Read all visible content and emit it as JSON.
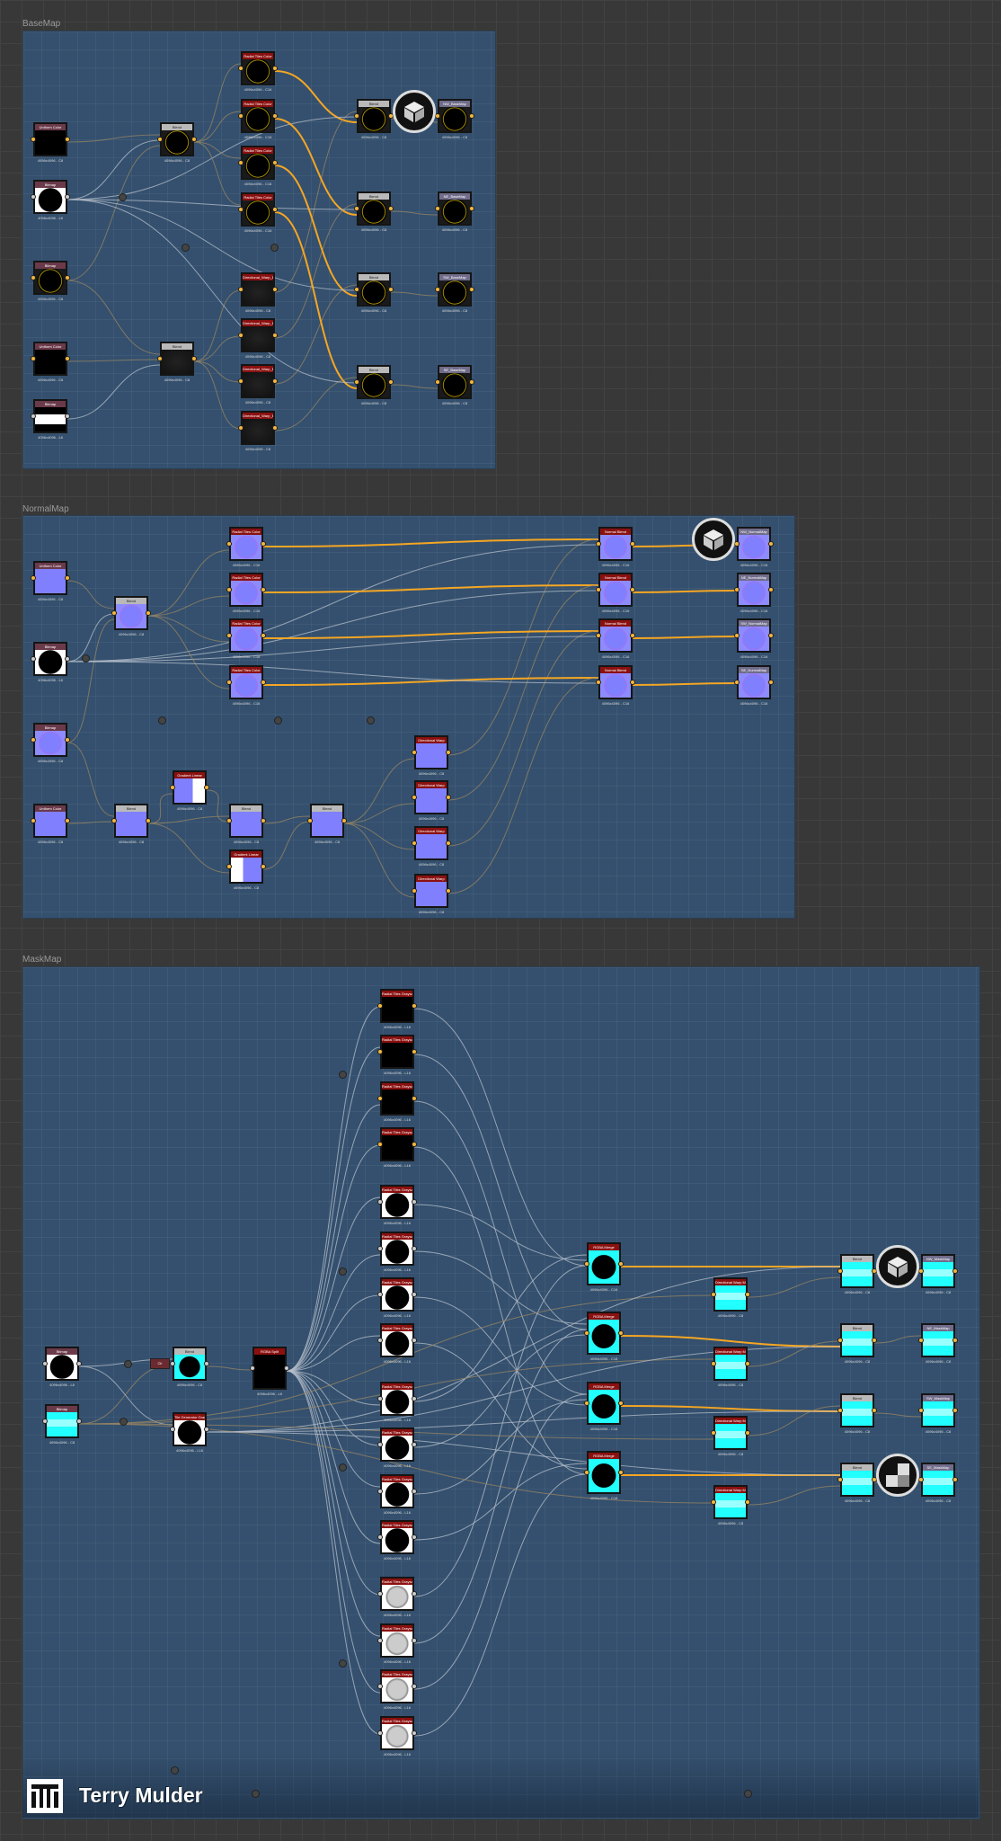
{
  "frames": {
    "base": "BaseMap",
    "normal": "NormalMap",
    "mask": "MaskMap"
  },
  "watermark": "Terry Mulder",
  "graphs": {
    "base": [
      {
        "label": "Uniform Color",
        "res": "4096x4096 - C8",
        "kind": "black"
      },
      {
        "label": "Bitmap",
        "res": "4096x4096 - L8",
        "kind": "whiteCircle"
      },
      {
        "label": "Bitmap",
        "res": "4096x4096 - C8",
        "kind": "blackRing"
      },
      {
        "label": "Uniform Color",
        "res": "4096x4096 - C8",
        "kind": "black"
      },
      {
        "label": "Bitmap",
        "res": "4096x4096 - L8",
        "kind": "whiteRect"
      },
      {
        "label": "Blend",
        "res": "4096x4096 - C8",
        "kind": "blackRing"
      },
      {
        "label": "Blend",
        "res": "4096x4096 - C8",
        "kind": "dark"
      },
      {
        "label": "Radial Tiles Color",
        "res": "4096x4096 - C16",
        "kind": "blackRing"
      },
      {
        "label": "Radial Tiles Color",
        "res": "4096x4096 - C16",
        "kind": "blackRing"
      },
      {
        "label": "Radial Tiles Color",
        "res": "4096x4096 - C16",
        "kind": "blackRing"
      },
      {
        "label": "Radial Tiles Color",
        "res": "4096x4096 - C16",
        "kind": "blackRing"
      },
      {
        "label": "Directional_Warp_BaseMap",
        "res": "4096x4096 - C8",
        "kind": "dark"
      },
      {
        "label": "Directional_Warp_BaseMap",
        "res": "4096x4096 - C8",
        "kind": "dark"
      },
      {
        "label": "Directional_Warp_BaseMap",
        "res": "4096x4096 - C8",
        "kind": "dark"
      },
      {
        "label": "Directional_Warp_BaseMap",
        "res": "4096x4096 - C8",
        "kind": "dark"
      },
      {
        "label": "Blend",
        "res": "4096x4096 - C8",
        "kind": "blackRing"
      },
      {
        "label": "Blend",
        "res": "4096x4096 - C8",
        "kind": "blackRing"
      },
      {
        "label": "Blend",
        "res": "4096x4096 - C8",
        "kind": "blackRing"
      },
      {
        "label": "Blend",
        "res": "4096x4096 - C8",
        "kind": "blackRing"
      },
      {
        "label": "NW_BaseMap",
        "res": "4096x4096 - C8",
        "kind": "blackRing"
      },
      {
        "label": "NE_BaseMap",
        "res": "4096x4096 - C8",
        "kind": "blackRing"
      },
      {
        "label": "SW_BaseMap",
        "res": "4096x4096 - C8",
        "kind": "blackRing"
      },
      {
        "label": "SE_BaseMap",
        "res": "4096x4096 - C8",
        "kind": "blackRing"
      }
    ],
    "normal": [
      {
        "label": "Uniform Color",
        "res": "4096x4096 - C8",
        "kind": "purple"
      },
      {
        "label": "Bitmap",
        "res": "4096x4096 - L8",
        "kind": "whiteCircle"
      },
      {
        "label": "Bitmap",
        "res": "4096x4096 - C8",
        "kind": "purpleRing"
      },
      {
        "label": "Uniform Color",
        "res": "4096x4096 - C8",
        "kind": "purple"
      },
      {
        "label": "Blend",
        "res": "4096x4096 - C8",
        "kind": "purpleRing"
      },
      {
        "label": "Blend",
        "res": "4096x4096 - C8",
        "kind": "purple"
      },
      {
        "label": "Radial Tiles Color",
        "res": "4096x4096 - C16",
        "kind": "purpleRing"
      },
      {
        "label": "Radial Tiles Color",
        "res": "4096x4096 - C16",
        "kind": "purpleRing"
      },
      {
        "label": "Radial Tiles Color",
        "res": "4096x4096 - C16",
        "kind": "purpleRing"
      },
      {
        "label": "Radial Tiles Color",
        "res": "4096x4096 - C16",
        "kind": "purpleRing"
      },
      {
        "label": "Normal Blend",
        "res": "4096x4096 - C16",
        "kind": "purpleRing"
      },
      {
        "label": "Normal Blend",
        "res": "4096x4096 - C16",
        "kind": "purpleRing"
      },
      {
        "label": "Normal Blend",
        "res": "4096x4096 - C16",
        "kind": "purpleRing"
      },
      {
        "label": "Normal Blend",
        "res": "4096x4096 - C16",
        "kind": "purpleRing"
      },
      {
        "label": "NW_NormalMap",
        "res": "4096x4096 - C16",
        "kind": "purpleRing"
      },
      {
        "label": "NE_NormalMap",
        "res": "4096x4096 - C16",
        "kind": "purpleRing"
      },
      {
        "label": "SW_NormalMap",
        "res": "4096x4096 - C16",
        "kind": "purpleRing"
      },
      {
        "label": "SE_NormalMap",
        "res": "4096x4096 - C16",
        "kind": "purpleRing"
      },
      {
        "label": "Gradient Linear",
        "res": "4096x4096 - C8",
        "kind": "splitR"
      },
      {
        "label": "Blend",
        "res": "4096x4096 - C8",
        "kind": "purple"
      },
      {
        "label": "Gradient Linear",
        "res": "4096x4096 - C8",
        "kind": "splitL"
      },
      {
        "label": "Blend",
        "res": "4096x4096 - C8",
        "kind": "purple"
      },
      {
        "label": "Directional Warp",
        "res": "4096x4096 - C8",
        "kind": "purple"
      },
      {
        "label": "Directional Warp",
        "res": "4096x4096 - C8",
        "kind": "purple"
      },
      {
        "label": "Directional Warp",
        "res": "4096x4096 - C8",
        "kind": "purple"
      },
      {
        "label": "Directional Warp",
        "res": "4096x4096 - C8",
        "kind": "purple"
      }
    ],
    "mask": [
      {
        "label": "Bitmap",
        "res": "4096x4096 - L8",
        "kind": "whiteCircle"
      },
      {
        "label": "Bitmap",
        "res": "4096x4096 - C8",
        "kind": "cyan"
      },
      {
        "label": "Blend",
        "res": "4096x4096 - C8",
        "kind": "cyanCircle"
      },
      {
        "label": "Tile Generator Grayscale",
        "res": "4096x4096 - L16",
        "kind": "whiteCircle"
      },
      {
        "label": "RGBA Split",
        "res": "4096x4096 - L8",
        "kind": "black"
      },
      {
        "label": "Radial Tiles Grayscale",
        "res": "4096x4096 - L16",
        "kind": "black"
      },
      {
        "label": "Radial Tiles Grayscale",
        "res": "4096x4096 - L16",
        "kind": "black"
      },
      {
        "label": "Radial Tiles Grayscale",
        "res": "4096x4096 - L16",
        "kind": "black"
      },
      {
        "label": "Radial Tiles Grayscale",
        "res": "4096x4096 - L16",
        "kind": "black"
      },
      {
        "label": "Radial Tiles Grayscale",
        "res": "4096x4096 - L16",
        "kind": "whiteCircle"
      },
      {
        "label": "Radial Tiles Grayscale",
        "res": "4096x4096 - L16",
        "kind": "whiteCircle"
      },
      {
        "label": "Radial Tiles Grayscale",
        "res": "4096x4096 - L16",
        "kind": "whiteCircle"
      },
      {
        "label": "Radial Tiles Grayscale",
        "res": "4096x4096 - L16",
        "kind": "whiteCircle"
      },
      {
        "label": "Radial Tiles Grayscale",
        "res": "4096x4096 - L16",
        "kind": "whiteCircle"
      },
      {
        "label": "Radial Tiles Grayscale",
        "res": "4096x4096 - L16",
        "kind": "whiteCircle"
      },
      {
        "label": "Radial Tiles Grayscale",
        "res": "4096x4096 - L16",
        "kind": "whiteCircle"
      },
      {
        "label": "Radial Tiles Grayscale",
        "res": "4096x4096 - L16",
        "kind": "whiteCircle"
      },
      {
        "label": "Radial Tiles Grayscale",
        "res": "4096x4096 - L16",
        "kind": "grayCircle"
      },
      {
        "label": "Radial Tiles Grayscale",
        "res": "4096x4096 - L16",
        "kind": "grayCircle"
      },
      {
        "label": "Radial Tiles Grayscale",
        "res": "4096x4096 - L16",
        "kind": "grayCircle"
      },
      {
        "label": "Radial Tiles Grayscale",
        "res": "4096x4096 - L16",
        "kind": "grayCircle"
      },
      {
        "label": "RGBA Merge",
        "res": "4096x4096 - C16",
        "kind": "cyanCircle"
      },
      {
        "label": "RGBA Merge",
        "res": "4096x4096 - C16",
        "kind": "cyanCircle"
      },
      {
        "label": "RGBA Merge",
        "res": "4096x4096 - C16",
        "kind": "cyanCircle"
      },
      {
        "label": "RGBA Merge",
        "res": "4096x4096 - C16",
        "kind": "cyanCircle"
      },
      {
        "label": "Directional Warp MaskMap",
        "res": "4096x4096 - C8",
        "kind": "cyan"
      },
      {
        "label": "Directional Warp MaskMap",
        "res": "4096x4096 - C8",
        "kind": "cyan"
      },
      {
        "label": "Directional Warp MaskMap",
        "res": "4096x4096 - C8",
        "kind": "cyan"
      },
      {
        "label": "Directional Warp MaskMap",
        "res": "4096x4096 - C8",
        "kind": "cyan"
      },
      {
        "label": "Blend",
        "res": "4096x4096 - C8",
        "kind": "cyan"
      },
      {
        "label": "Blend",
        "res": "4096x4096 - C8",
        "kind": "cyan"
      },
      {
        "label": "Blend",
        "res": "4096x4096 - C8",
        "kind": "cyan"
      },
      {
        "label": "Blend",
        "res": "4096x4096 - C8",
        "kind": "cyan"
      },
      {
        "label": "NW_MaskMap",
        "res": "4096x4096 - C8",
        "kind": "cyan"
      },
      {
        "label": "NE_MaskMap",
        "res": "4096x4096 - C8",
        "kind": "cyan"
      },
      {
        "label": "SW_MaskMap",
        "res": "4096x4096 - C8",
        "kind": "cyan"
      },
      {
        "label": "SE_MaskMap",
        "res": "4096x4096 - C8",
        "kind": "cyan"
      }
    ]
  },
  "mask_clr_label": "Clr",
  "colors": {
    "wire_color": "#f5a623",
    "wire_tan": "#9a8663",
    "wire_gray": "#b8c0cc",
    "header_generator": "#8b1010",
    "header_blend": "#b9b9b9",
    "header_input": "#6b3a4a",
    "header_output": "#706c8a"
  }
}
